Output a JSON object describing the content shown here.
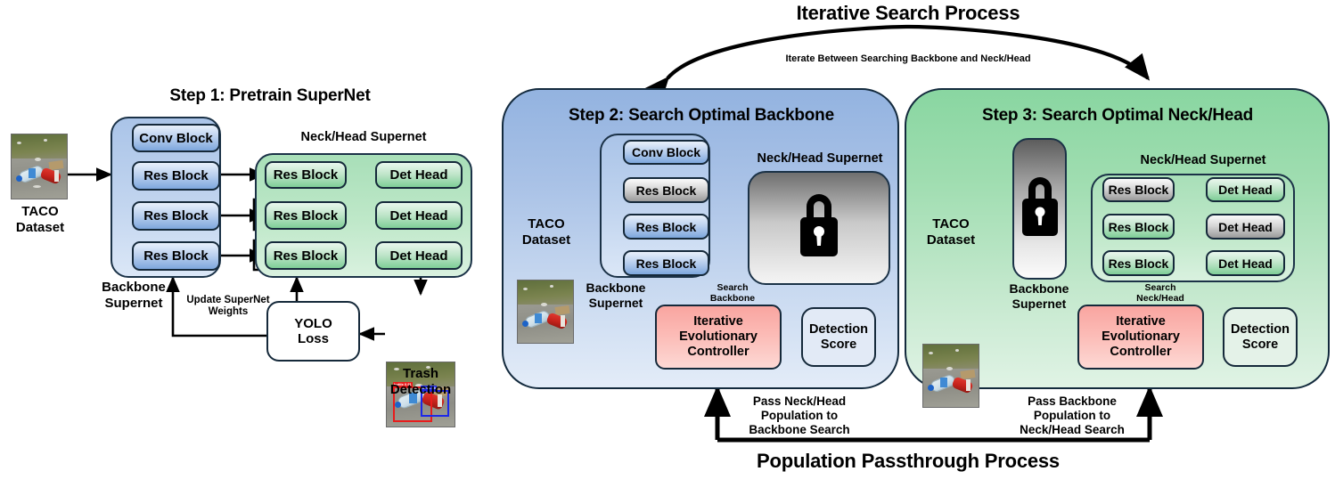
{
  "titles": {
    "top": "Iterative Search Process",
    "bottom": "Population Passthrough Process",
    "iterate_arc": "Iterate Between Searching Backbone and Neck/Head"
  },
  "step1": {
    "heading": "Step 1: Pretrain SuperNet",
    "dataset_caption": "TACO\nDataset",
    "backbone_caption": "Backbone\nSupernet",
    "neckhead_caption": "Neck/Head Supernet",
    "backbone_nodes": [
      "Conv Block",
      "Res Block",
      "Res Block",
      "Res Block"
    ],
    "neck_nodes": [
      "Res Block",
      "Res Block",
      "Res Block"
    ],
    "head_nodes": [
      "Det Head",
      "Det Head",
      "Det Head"
    ],
    "loss_label": "YOLO\nLoss",
    "update_label": "Update SuperNet\nWeights",
    "detection_caption": "Trash\nDetection"
  },
  "step2": {
    "heading": "Step 2: Search Optimal Backbone",
    "dataset_caption": "TACO\nDataset",
    "backbone_caption": "Backbone\nSupernet",
    "neckhead_caption": "Neck/Head Supernet",
    "backbone_nodes": [
      {
        "label": "Conv Block",
        "state": "active"
      },
      {
        "label": "Res Block",
        "state": "disabled"
      },
      {
        "label": "Res Block",
        "state": "active"
      },
      {
        "label": "Res Block",
        "state": "active"
      }
    ],
    "locked_icon": "lock-icon",
    "controller_label": "Iterative\nEvolutionary\nController",
    "score_label": "Detection\nScore",
    "search_label": "Search\nBackbone",
    "passthrough_label": "Pass Neck/Head\nPopulation to\nBackbone Search"
  },
  "step3": {
    "heading": "Step 3: Search Optimal Neck/Head",
    "dataset_caption": "TACO\nDataset",
    "backbone_caption": "Backbone\nSupernet",
    "neckhead_caption": "Neck/Head Supernet",
    "locked_icon": "lock-icon",
    "neck_nodes": [
      {
        "label": "Res Block",
        "state": "disabled"
      },
      {
        "label": "Res Block",
        "state": "active"
      },
      {
        "label": "Res Block",
        "state": "active"
      }
    ],
    "head_nodes": [
      {
        "label": "Det Head",
        "state": "active"
      },
      {
        "label": "Det Head",
        "state": "disabled"
      },
      {
        "label": "Det Head",
        "state": "active"
      }
    ],
    "controller_label": "Iterative\nEvolutionary\nController",
    "score_label": "Detection\nScore",
    "search_label": "Search\nNeck/Head",
    "passthrough_label": "Pass Backbone\nPopulation to\nNeck/Head Search"
  },
  "colors": {
    "panel_blue": "#93b3e0",
    "panel_green": "#89d6a1",
    "node_blue": "#7ea7dd",
    "node_green": "#7fce97",
    "controller_red": "#f9a5a0",
    "outline": "#132a3d"
  }
}
